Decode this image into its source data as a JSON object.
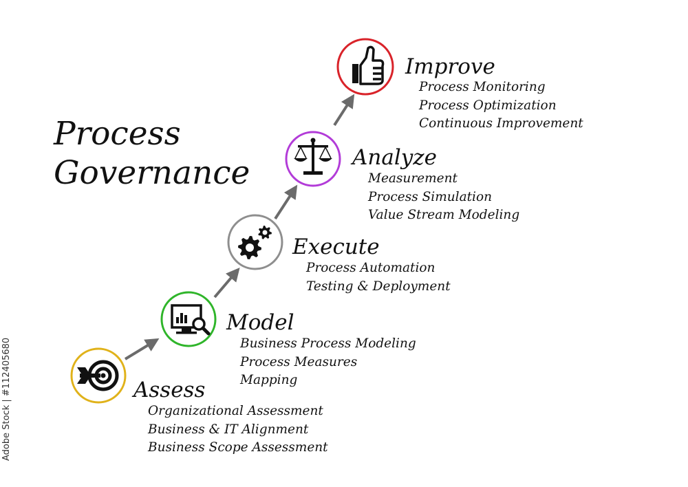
{
  "title": {
    "line1": "Process",
    "line2": "Governance"
  },
  "stages": [
    {
      "name": "Assess",
      "color": "#e0b21a",
      "icon": "target-arrow-icon",
      "items": [
        "Organizational Assessment",
        "Business & IT  Alignment",
        "Business Scope Assessment"
      ]
    },
    {
      "name": "Model",
      "color": "#2fb52a",
      "icon": "monitor-magnifier-icon",
      "items": [
        "Business Process Modeling",
        "Process Measures",
        "Mapping"
      ]
    },
    {
      "name": "Execute",
      "color": "#8e8e8e",
      "icon": "gears-icon",
      "items": [
        "Process Automation",
        "Testing & Deployment"
      ]
    },
    {
      "name": "Analyze",
      "color": "#b23bd8",
      "icon": "scales-icon",
      "items": [
        "Measurement",
        "Process Simulation",
        "Value Stream Modeling"
      ]
    },
    {
      "name": "Improve",
      "color": "#d9232a",
      "icon": "thumbs-up-icon",
      "items": [
        "Process Monitoring",
        "Process Optimization",
        "Continuous Improvement"
      ]
    }
  ],
  "arrow_color": "#6b6b6b",
  "watermark": "Adobe Stock | #112405680"
}
